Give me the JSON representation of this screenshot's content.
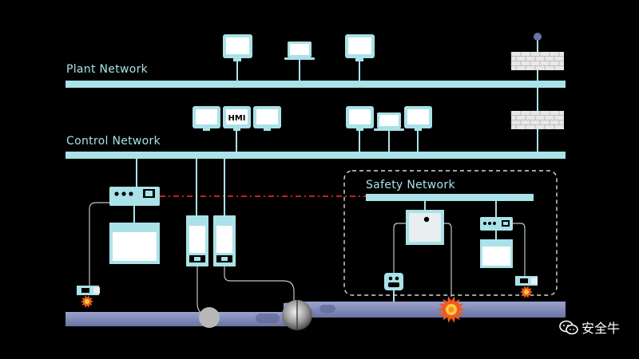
{
  "labels": {
    "plant_network": "Plant Network",
    "control_network": "Control Network",
    "safety_network": "Safety Network",
    "hmi": "HMI"
  },
  "watermark": {
    "text": "安全牛"
  },
  "icons": {
    "workstation": "monitor-icon",
    "laptop": "laptop-icon",
    "firewall": "firewall-icon",
    "controller": "plc-icon",
    "sensor": "sensor-icon",
    "alert": "alert-burst-icon",
    "valve": "valve-icon",
    "wechat": "wechat-icon"
  },
  "colors": {
    "background": "#000000",
    "network": "#a9e2e8",
    "pipe": "#7d86b5",
    "alert": "#f05a22",
    "safety_zone": "#d8d8d8",
    "trip_link": "#e0242a"
  }
}
